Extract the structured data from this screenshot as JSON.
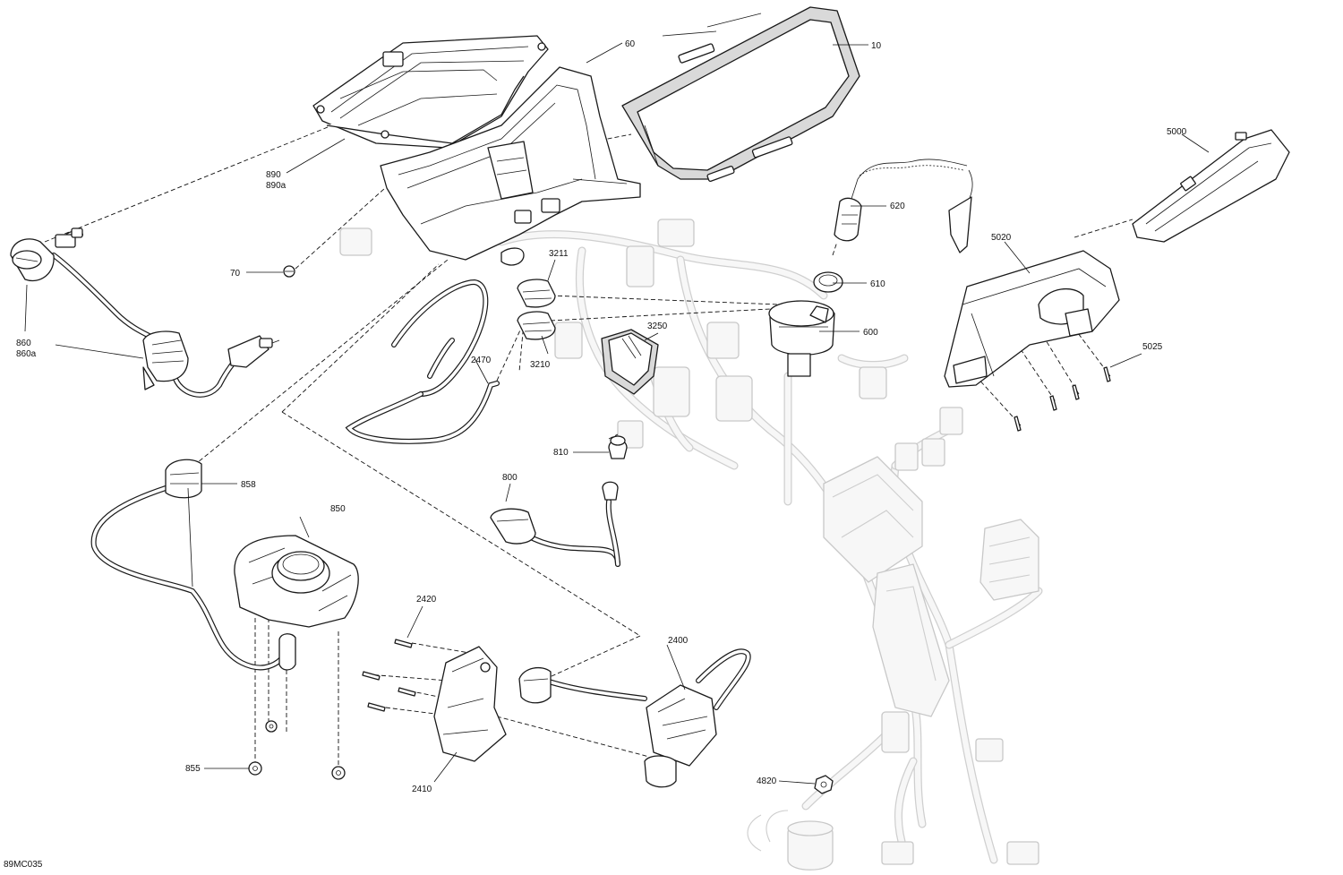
{
  "diagram": {
    "reference_code": "89MC035",
    "callouts": [
      {
        "id": "c10",
        "label": "10"
      },
      {
        "id": "c60",
        "label": "60"
      },
      {
        "id": "c70",
        "label": "70"
      },
      {
        "id": "c610",
        "label": "610"
      },
      {
        "id": "c620",
        "label": "620"
      },
      {
        "id": "c600",
        "label": "600"
      },
      {
        "id": "c800",
        "label": "800"
      },
      {
        "id": "c810",
        "label": "810"
      },
      {
        "id": "c850",
        "label": "850"
      },
      {
        "id": "c855",
        "label": "855"
      },
      {
        "id": "c858",
        "label": "858"
      },
      {
        "id": "c860",
        "label": "860"
      },
      {
        "id": "c860a",
        "label": "860a"
      },
      {
        "id": "c890",
        "label": "890"
      },
      {
        "id": "c890a",
        "label": "890a"
      },
      {
        "id": "c2400",
        "label": "2400"
      },
      {
        "id": "c2410",
        "label": "2410"
      },
      {
        "id": "c2420",
        "label": "2420"
      },
      {
        "id": "c2470",
        "label": "2470"
      },
      {
        "id": "c3210",
        "label": "3210"
      },
      {
        "id": "c3211",
        "label": "3211"
      },
      {
        "id": "c3250",
        "label": "3250"
      },
      {
        "id": "c4820",
        "label": "4820"
      },
      {
        "id": "c5000",
        "label": "5000"
      },
      {
        "id": "c5020",
        "label": "5020"
      },
      {
        "id": "c5025",
        "label": "5025"
      }
    ]
  }
}
